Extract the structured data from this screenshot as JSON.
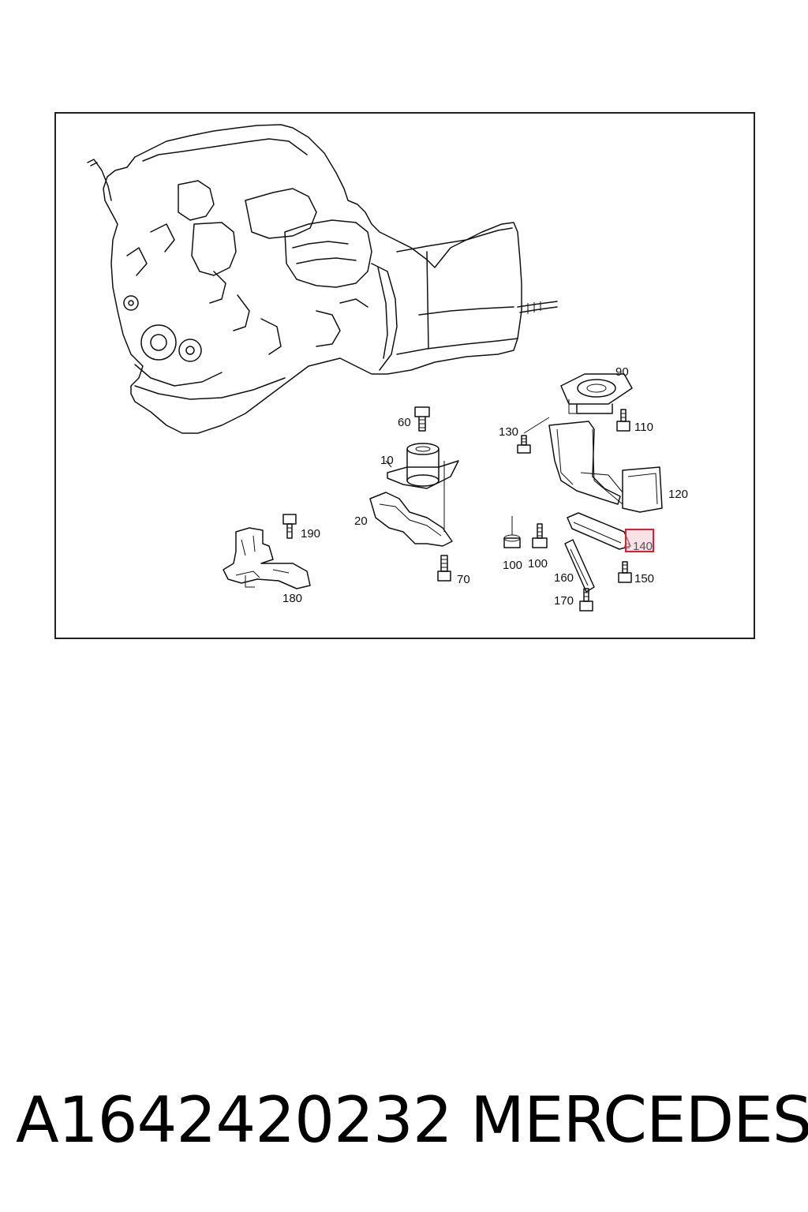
{
  "diagram": {
    "labels": {
      "p10": "10",
      "p20": "20",
      "p60": "60",
      "p70": "70",
      "p90": "90",
      "p100a": "100",
      "p100b": "100",
      "p110": "110",
      "p120": "120",
      "p130": "130",
      "p140": "140",
      "p150": "150",
      "p160": "160",
      "p170": "170",
      "p180": "180",
      "p190": "190"
    },
    "highlighted_part": "140",
    "highlight_color": "#d8232f"
  },
  "footer": {
    "part_number": "A1642420232",
    "brand": "MERCEDES"
  }
}
